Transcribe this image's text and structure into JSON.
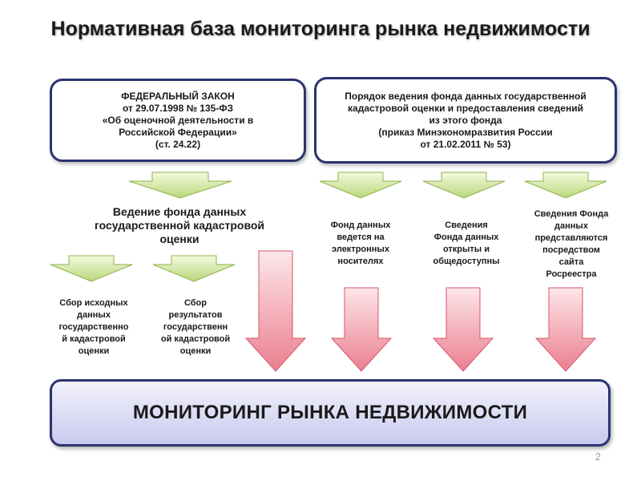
{
  "title": "Нормативная база мониторинга рынка недвижимости",
  "law_box": {
    "lines": [
      "ФЕДЕРАЛЬНЫЙ ЗАКОН",
      "от 29.07.1998 № 135-ФЗ",
      "«Об оценочной деятельности в",
      "Российской Федерации»",
      "(ст. 24.22)"
    ]
  },
  "order_box": {
    "lines": [
      "Порядок ведения фонда данных государственной",
      "кадастровой оценки и предоставления сведений",
      "из этого фонда",
      "(приказ Минэкономразвития России",
      "от 21.02.2011 № 53)"
    ]
  },
  "fund_maintenance": {
    "lines": [
      "Ведение фонда данных",
      "государственной кадастровой",
      "оценки"
    ]
  },
  "sub_items": [
    {
      "lines": [
        "Сбор исходных",
        "данных",
        "государственно",
        "й кадастровой",
        "оценки"
      ]
    },
    {
      "lines": [
        "Сбор",
        "результатов",
        "государственн",
        "ой кадастровой",
        "оценки"
      ]
    }
  ],
  "order_items": [
    {
      "lines": [
        "Фонд данных",
        "ведется на",
        "электронных",
        "носителях"
      ]
    },
    {
      "lines": [
        "Сведения",
        "Фонда данных",
        "открыты и",
        "общедоступны"
      ]
    },
    {
      "lines": [
        "Сведения Фонда",
        "данных",
        "представляются",
        "посредством",
        "сайта",
        "Росреестра"
      ]
    }
  ],
  "result": {
    "label": "МОНИТОРИНГ РЫНКА НЕДВИЖИМОСТИ"
  },
  "page_number": "2",
  "colors": {
    "box_border": "#2b3370",
    "green_arrow_top": "#f4fadf",
    "green_arrow_bottom": "#b9d77a",
    "green_arrow_stroke": "#8fb24a",
    "red_arrow_top": "#fde7ea",
    "red_arrow_bottom": "#ea7f8e",
    "red_arrow_stroke": "#d8566a",
    "bar_top": "#f2f2fb",
    "bar_bottom": "#c9c9ef"
  }
}
